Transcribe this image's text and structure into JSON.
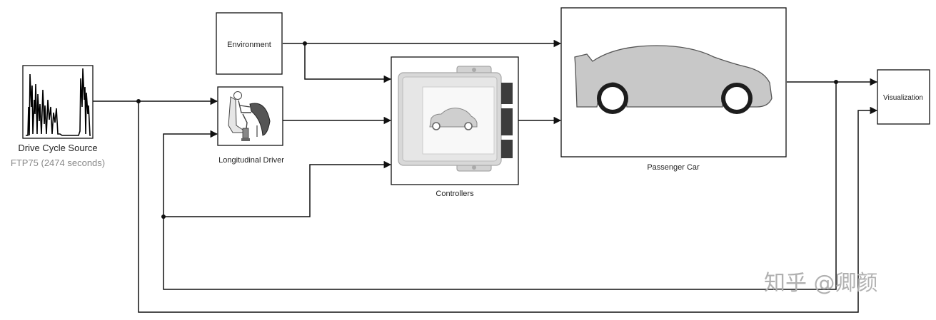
{
  "blocks": {
    "drive_cycle": {
      "title": "Drive Cycle Source",
      "subtitle": "FTP75 (2474  seconds)"
    },
    "environment": {
      "label": "Environment"
    },
    "driver": {
      "label": "Longitudinal Driver"
    },
    "controllers": {
      "label": "Controllers"
    },
    "car": {
      "label": "Passenger Car"
    },
    "visualization": {
      "label": "Visualization"
    }
  },
  "watermark": "知乎 @卿颜",
  "colors": {
    "line": "#111111",
    "car_body": "#c8c8c8",
    "ecu_body": "#d8d8d8",
    "subtitle": "#888888",
    "watermark": "#b0b0b0"
  }
}
